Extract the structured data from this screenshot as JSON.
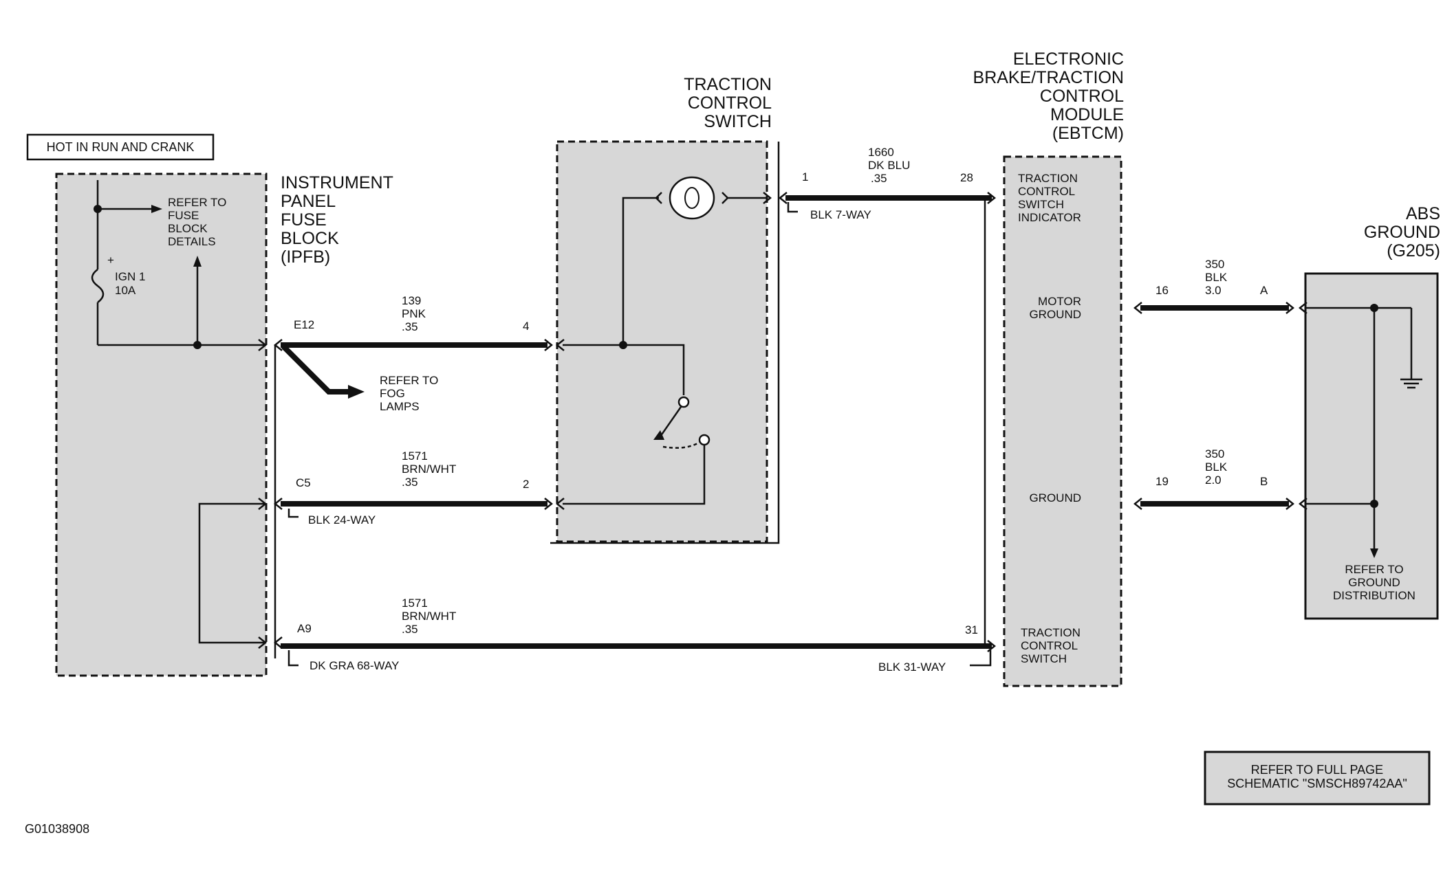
{
  "diagram_id": "G01038908",
  "hot_in_run": "HOT IN RUN AND CRANK",
  "ipfb": {
    "title_lines": [
      "INSTRUMENT",
      "PANEL",
      "FUSE",
      "BLOCK",
      "(IPFB)"
    ],
    "refer_lines": [
      "REFER TO",
      "FUSE",
      "BLOCK",
      "DETAILS"
    ],
    "fuse_lines": [
      "IGN 1",
      "10A"
    ],
    "fuse_plus": "+"
  },
  "fog_refer_lines": [
    "REFER TO",
    "FOG",
    "LAMPS"
  ],
  "switch": {
    "title_lines": [
      "TRACTION",
      "CONTROL",
      "SWITCH"
    ]
  },
  "ebtcm": {
    "title_lines": [
      "ELECTRONIC",
      "BRAKE/TRACTION",
      "CONTROL",
      "MODULE",
      "(EBTCM)"
    ],
    "indicator_lines": [
      "TRACTION",
      "CONTROL",
      "SWITCH",
      "INDICATOR"
    ],
    "motor_ground_lines": [
      "MOTOR",
      "GROUND"
    ],
    "ground": "GROUND",
    "switch_lines": [
      "TRACTION",
      "CONTROL",
      "SWITCH"
    ]
  },
  "abs": {
    "title_lines": [
      "ABS",
      "GROUND",
      "(G205)"
    ],
    "refer_lines": [
      "REFER TO",
      "GROUND",
      "DISTRIBUTION"
    ]
  },
  "wires": [
    {
      "id": "w139",
      "circuit": "139",
      "color": "PNK",
      "gauge": ".35",
      "from_pin": "E12",
      "to_pin": "4"
    },
    {
      "id": "w1571a",
      "circuit": "1571",
      "color": "BRN/WHT",
      "gauge": ".35",
      "from_pin": "C5",
      "to_pin": "2"
    },
    {
      "id": "w1571b",
      "circuit": "1571",
      "color": "BRN/WHT",
      "gauge": ".35",
      "from_pin": "A9",
      "to_pin": "31"
    },
    {
      "id": "w1660",
      "circuit": "1660",
      "color": "DK BLU",
      "gauge": ".35",
      "from_pin": "1",
      "to_pin": "28"
    },
    {
      "id": "w350a",
      "circuit": "350",
      "color": "BLK",
      "gauge": "3.0",
      "from_pin": "16",
      "to_pin": "A"
    },
    {
      "id": "w350b",
      "circuit": "350",
      "color": "BLK",
      "gauge": "2.0",
      "from_pin": "19",
      "to_pin": "B"
    }
  ],
  "connectors": {
    "blk24": "BLK 24-WAY",
    "dkgra68": "DK GRA 68-WAY",
    "blk7": "BLK 7-WAY",
    "blk31": "BLK 31-WAY"
  },
  "full_page_refer_lines": [
    "REFER TO FULL PAGE",
    "SCHEMATIC \"SMSCH89742AA\""
  ]
}
